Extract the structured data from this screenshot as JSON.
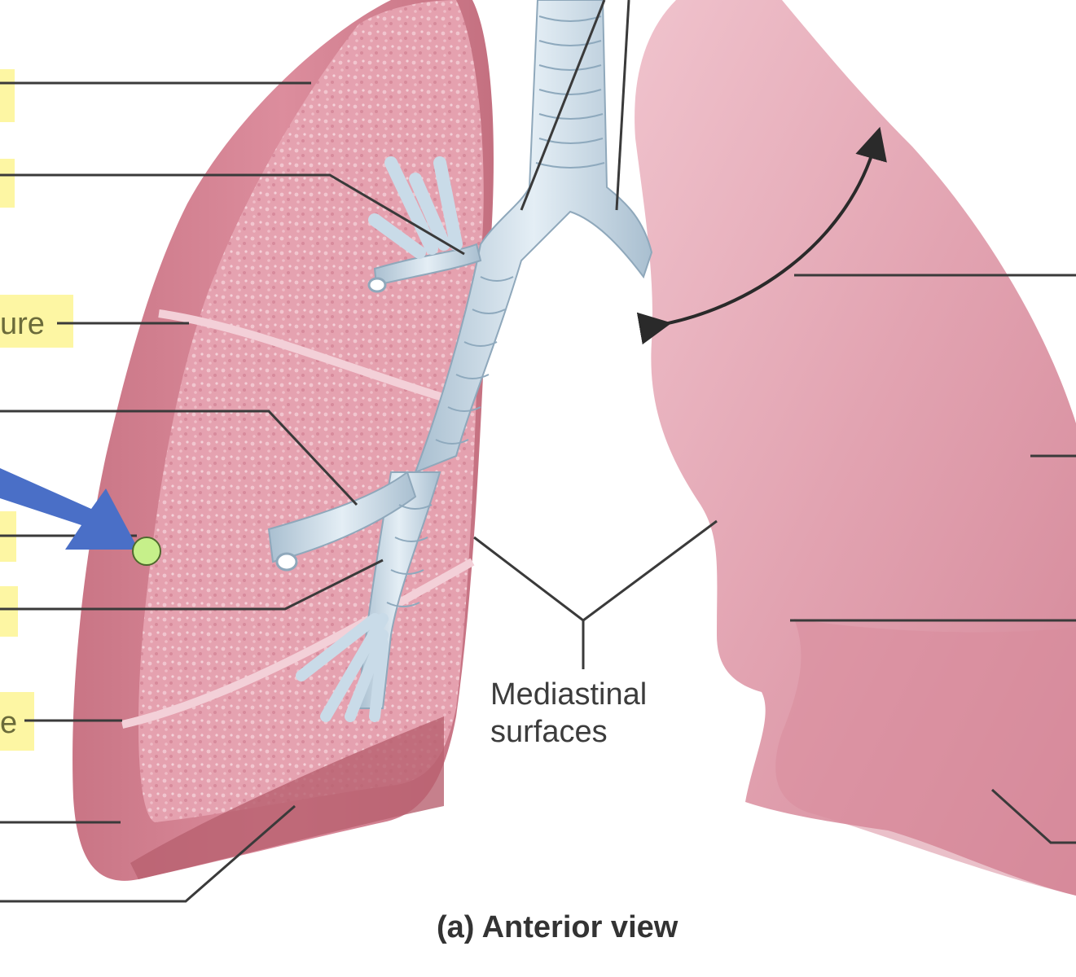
{
  "labels": {
    "mediastinal_line1": "Mediastinal",
    "mediastinal_line2": "surfaces",
    "view_caption": "(a) Anterior view",
    "partial_fissure_upper": "ure",
    "partial_fissure_lower": "e"
  },
  "colors": {
    "highlight": "#fdf6a3",
    "lung_surface": "#d9899a",
    "lung_cut": "#e8a6b4",
    "bronchi": "#c9dbe8",
    "pointer_arrow": "#4a6fc7",
    "marker_dot": "#c6f08a"
  },
  "icons": {
    "pointer": "blue-arrow-icon",
    "marker": "green-dot-icon",
    "curved_arrow": "double-headed-arrow-icon"
  }
}
